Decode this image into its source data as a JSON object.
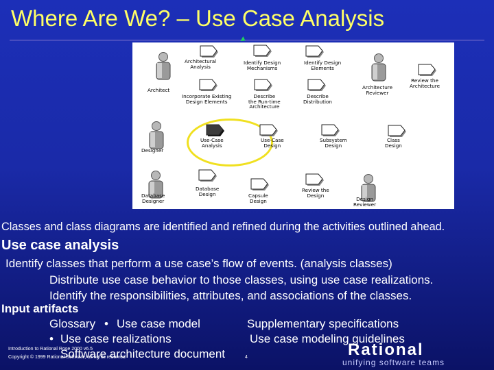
{
  "slide": {
    "title": "Where Are We? – Use Case Analysis"
  },
  "diagram": {
    "actors": [
      {
        "label": "Architect"
      },
      {
        "label": "Architecture\nReviewer"
      },
      {
        "label": "Designer"
      },
      {
        "label": "Database\nDesigner"
      },
      {
        "label": "Design\nReviewer"
      }
    ],
    "activities": [
      {
        "label": "Architectural\nAnalysis",
        "highlighted": false
      },
      {
        "label": "Identify Design\nMechanisms",
        "highlighted": false
      },
      {
        "label": "Identify Design\nElements",
        "highlighted": false
      },
      {
        "label": "Review the\nArchitecture",
        "highlighted": false
      },
      {
        "label": "Incorporate Existing\nDesign Elements",
        "highlighted": false
      },
      {
        "label": "Describe\nthe Run-time\nArchitecture",
        "highlighted": false
      },
      {
        "label": "Describe\nDistribution",
        "highlighted": false
      },
      {
        "label": "Use-Case\nAnalysis",
        "highlighted": true
      },
      {
        "label": "Use-Case\nDesign",
        "highlighted": false
      },
      {
        "label": "Subsystem\nDesign",
        "highlighted": false
      },
      {
        "label": "Class\nDesign",
        "highlighted": false
      },
      {
        "label": "Database\nDesign",
        "highlighted": false
      },
      {
        "label": "Capsule\nDesign",
        "highlighted": false
      },
      {
        "label": "Review the\nDesign",
        "highlighted": false
      }
    ],
    "ring_color": "#f0e020"
  },
  "content": {
    "intro": "Classes and class diagrams are identified and refined during the activities outlined ahead.",
    "heading": "Use case analysis",
    "bullets": [
      "Identify classes that perform a use case’s flow of events. (analysis classes)",
      "Distribute use case behavior to those classes, using use case realizations.",
      "Identify the responsibilities, attributes, and associations of the classes."
    ],
    "input_heading": "Input artifacts",
    "artifacts": [
      "Glossary",
      "Use case model",
      "Supplementary specifications",
      "Use case realizations",
      "Use case modeling guidelines",
      "Software architecture document"
    ],
    "bullet_glyph": "•"
  },
  "footer": {
    "course": "Introduction to Rational Rose 2000 v6.5",
    "copyright": "Copyright © 1999 Rational Software, all rights reserved",
    "page": "4",
    "logo": "Rational",
    "tagline": "unifying software teams"
  }
}
